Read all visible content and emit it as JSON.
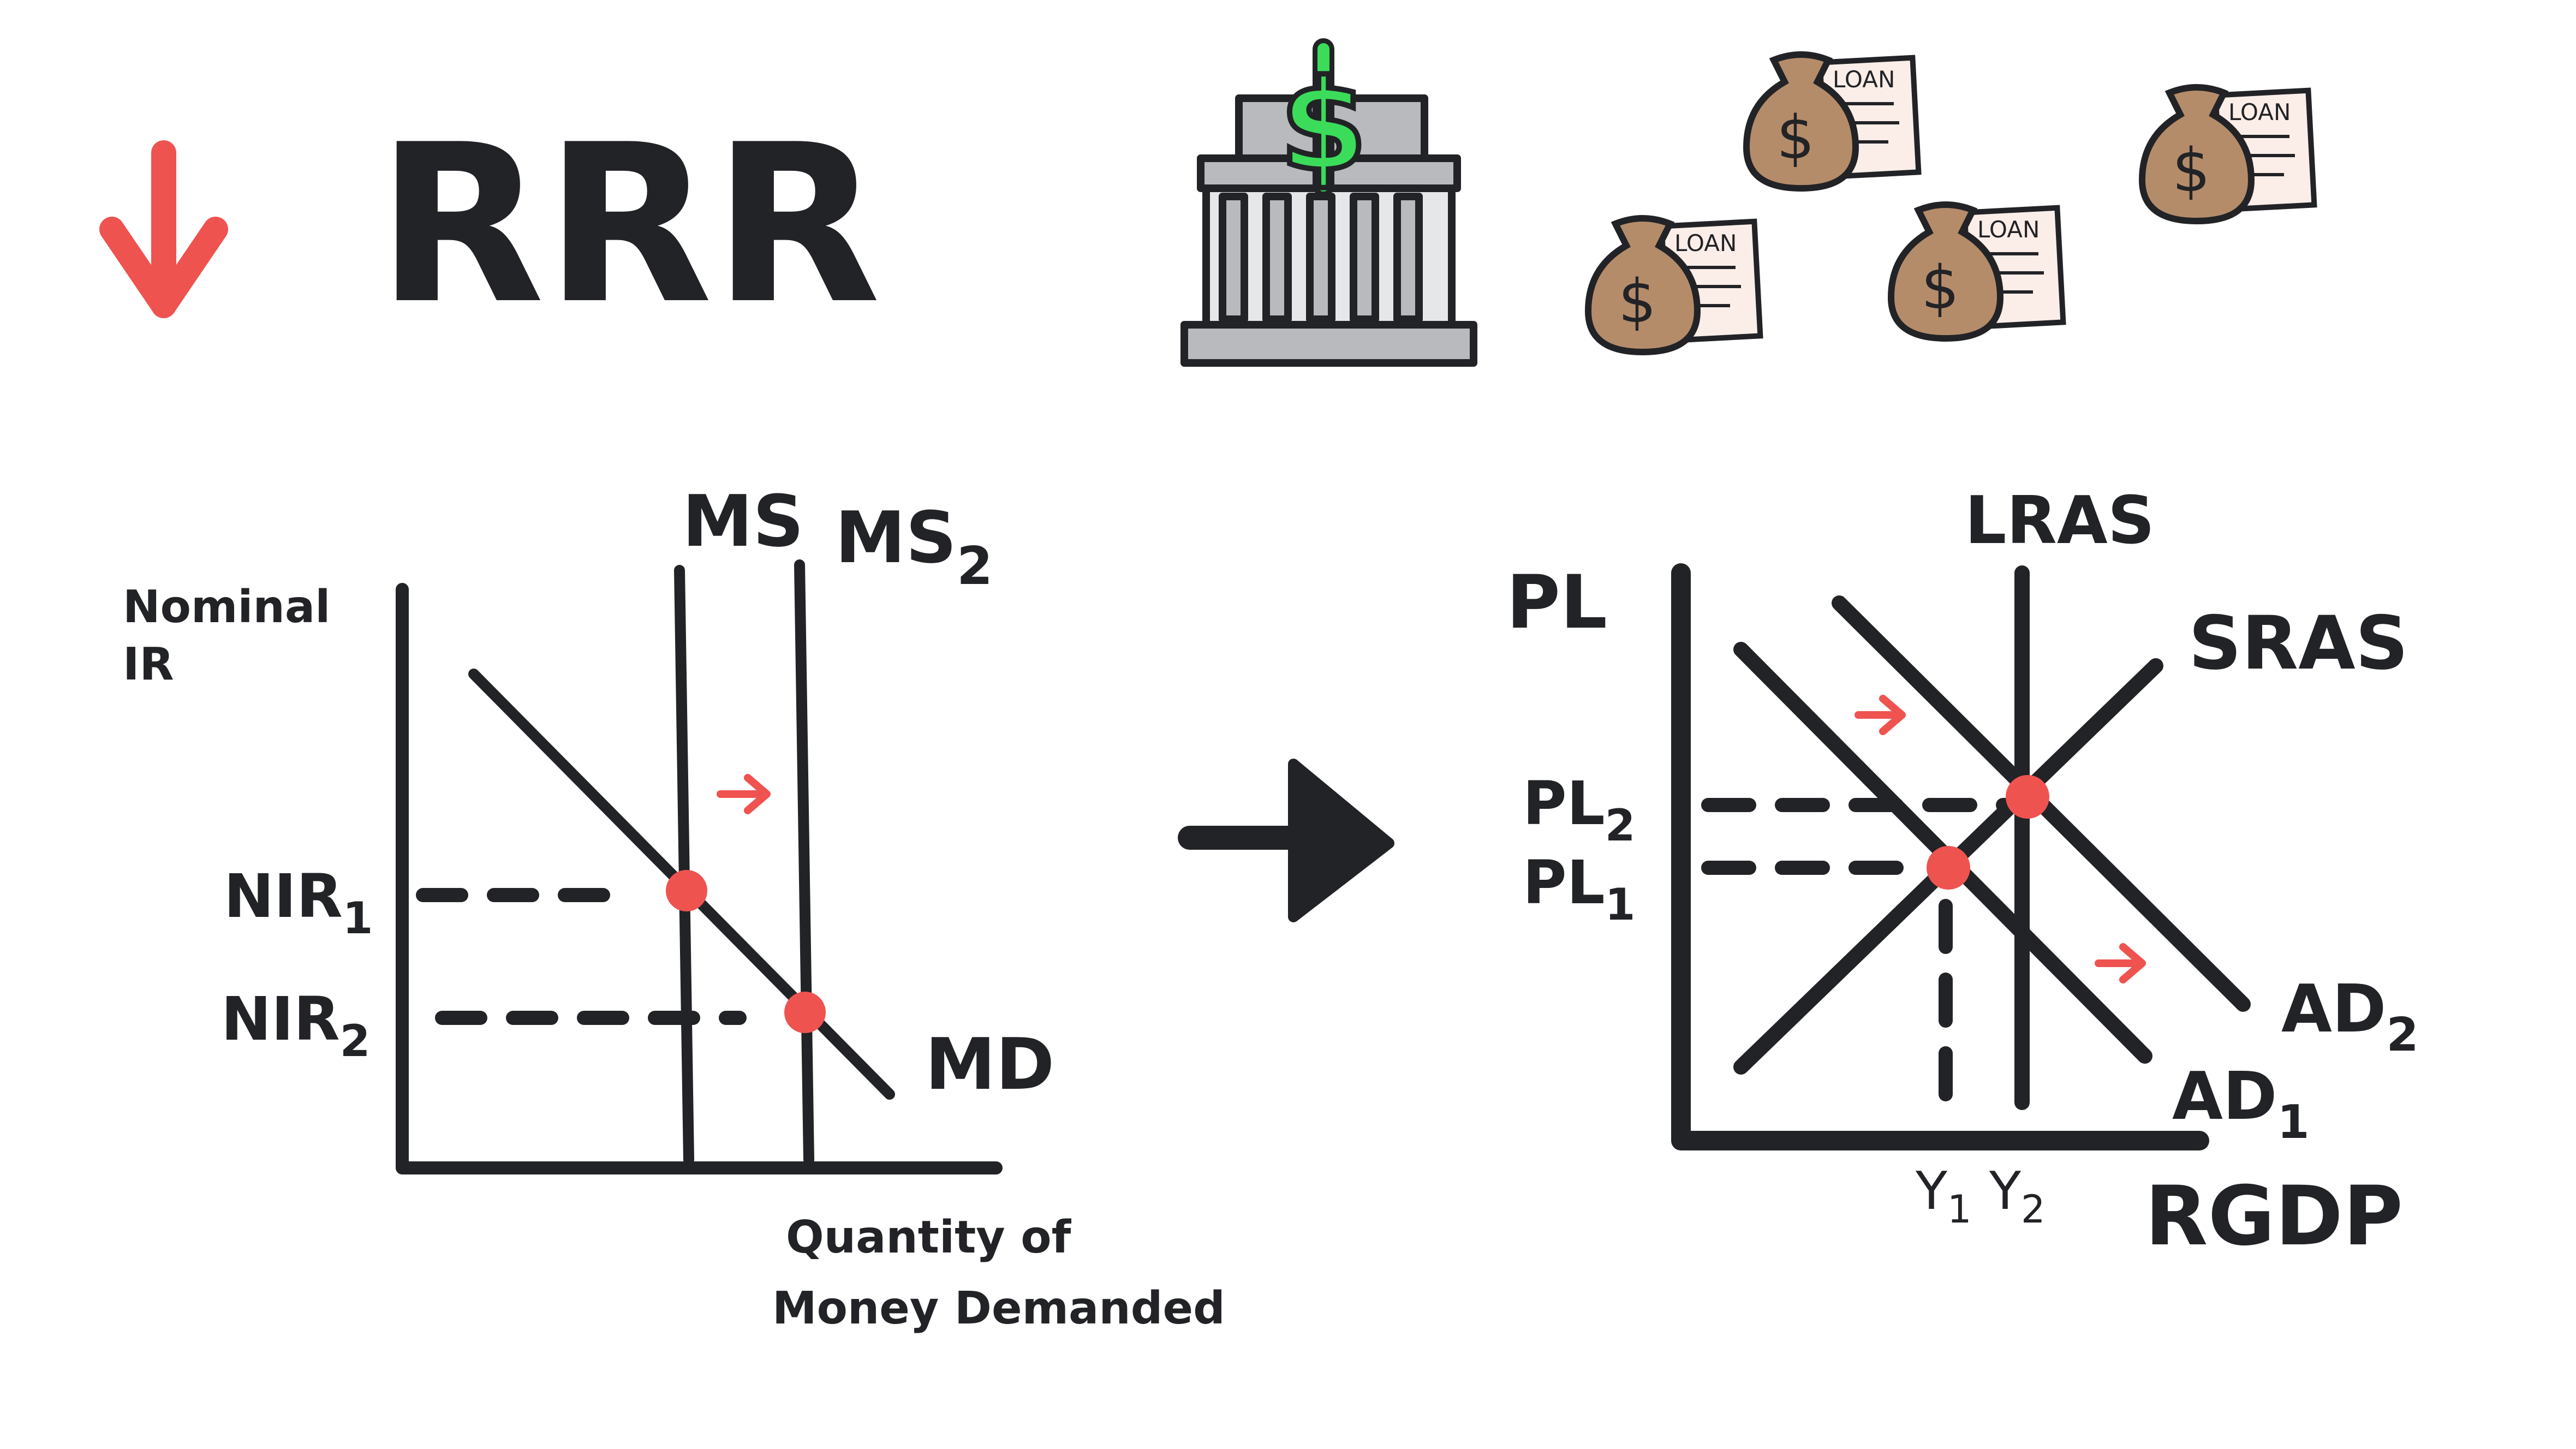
{
  "title": "RRR",
  "colors": {
    "ink": "#222326",
    "accent": "#ef5350",
    "bank_gray": "#b9babd",
    "bank_light": "#e6e7e8",
    "dollar_green": "#3bdc5a",
    "bag_brown": "#b58c6a",
    "paper": "#fbeee9"
  },
  "icons": {
    "title_arrow": "down-arrow-icon",
    "bank": "bank-icon",
    "loan_bag": "money-bag-loan-icon",
    "flow_arrow": "right-arrow-icon"
  },
  "loan_label": "LOAN",
  "currency_symbol": "$",
  "money_market": {
    "y_axis_label_line1": "Nominal",
    "y_axis_label_line2": "IR",
    "x_axis_label_line1": "Quantity of",
    "x_axis_label_line2": "Money Demanded",
    "ms1_label": "MS",
    "ms2_label": "MS",
    "ms2_subscript": "2",
    "md_label": "MD",
    "nir1_label": "NIR",
    "nir1_subscript": "1",
    "nir2_label": "NIR",
    "nir2_subscript": "2"
  },
  "adas_model": {
    "y_axis_label": "PL",
    "x_axis_label": "RGDP",
    "lras_label": "LRAS",
    "sras_label": "SRAS",
    "ad1_label": "AD",
    "ad1_subscript": "1",
    "ad2_label": "AD",
    "ad2_subscript": "2",
    "pl1_label": "PL",
    "pl1_subscript": "1",
    "pl2_label": "PL",
    "pl2_subscript": "2",
    "y1_label": "Y",
    "y1_subscript": "1",
    "y2_label": "Y",
    "y2_subscript": "2"
  }
}
